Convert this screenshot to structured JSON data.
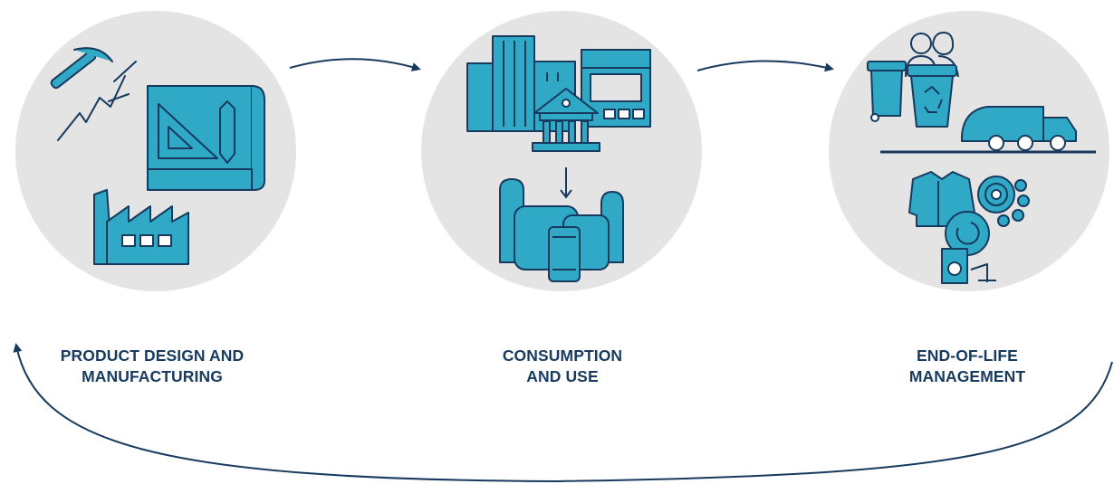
{
  "colors": {
    "circle_fill": "#e4e4e4",
    "icon_teal": "#2fa9c6",
    "icon_outline": "#173a5e",
    "label_navy": "#173a5e",
    "arrow_navy": "#173a5e"
  },
  "stages": [
    {
      "id": "product-design",
      "label_line1": "PRODUCT DESIGN AND",
      "label_line2": "MANUFACTURING",
      "icons": [
        "pickaxe-icon",
        "blueprint-icon",
        "factory-icon"
      ]
    },
    {
      "id": "consumption",
      "label_line1": "CONSUMPTION",
      "label_line2": "AND USE",
      "icons": [
        "office-buildings-icon",
        "shop-icon",
        "bank-icon",
        "down-arrow-icon",
        "products-icon",
        "smartphone-icon"
      ]
    },
    {
      "id": "end-of-life",
      "label_line1": "END-OF-LIFE",
      "label_line2": "MANAGEMENT",
      "icons": [
        "people-icon",
        "trash-bin-icon",
        "recycling-bin-icon",
        "garbage-truck-icon",
        "shirt-icon",
        "gears-icon",
        "washing-machine-icon"
      ]
    }
  ],
  "connectors": [
    "arrow-design-to-consumption",
    "arrow-consumption-to-end-of-life",
    "loop-arrow-end-of-life-to-design"
  ]
}
